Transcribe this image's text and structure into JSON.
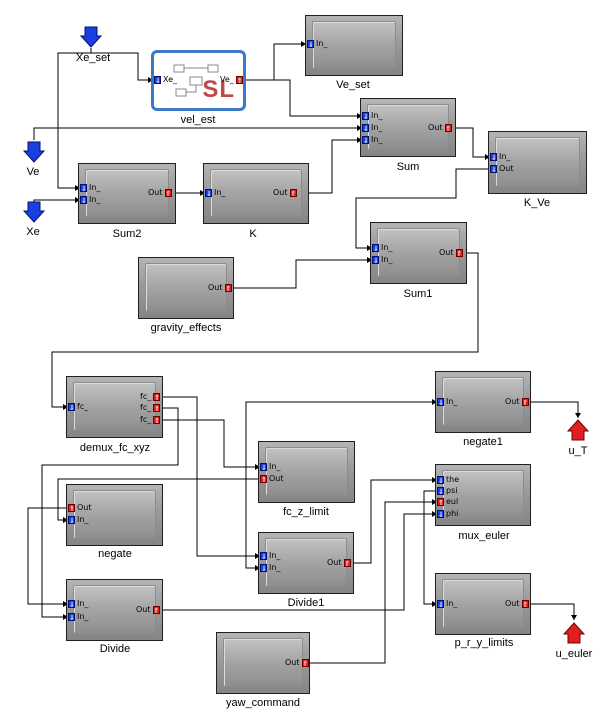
{
  "diagram": {
    "inputs": [
      {
        "id": "xe_set",
        "label": "Xe_set"
      },
      {
        "id": "ve",
        "label": "Ve"
      },
      {
        "id": "xe",
        "label": "Xe"
      }
    ],
    "outputs": [
      {
        "id": "u_t",
        "label": "u_T"
      },
      {
        "id": "u_euler",
        "label": "u_euler"
      }
    ],
    "blocks": {
      "vel_est": {
        "label": "vel_est",
        "in": [
          "Xe_"
        ],
        "out": [
          "Ve_"
        ],
        "logo": "SL"
      },
      "ve_set": {
        "label": "Ve_set",
        "in": [
          "In_"
        ]
      },
      "sum": {
        "label": "Sum",
        "in": [
          "In_",
          "In_",
          "In_"
        ],
        "out": [
          "Out"
        ]
      },
      "k_ve": {
        "label": "K_Ve",
        "in": [
          "In_",
          "Out"
        ]
      },
      "sum2": {
        "label": "Sum2",
        "in": [
          "In_",
          "In_"
        ],
        "out": [
          "Out"
        ]
      },
      "k": {
        "label": "K",
        "in": [
          "In_"
        ],
        "out": [
          "Out"
        ]
      },
      "sum1": {
        "label": "Sum1",
        "in": [
          "In_",
          "In_"
        ],
        "out": [
          "Out"
        ]
      },
      "gravity_effects": {
        "label": "gravity_effects",
        "out": [
          "Out"
        ]
      },
      "demux_fc_xyz": {
        "label": "demux_fc_xyz",
        "in": [
          "fc_"
        ],
        "out": [
          "fc_",
          "fc_",
          "fc_"
        ]
      },
      "negate1": {
        "label": "negate1",
        "in": [
          "In_"
        ],
        "out": [
          "Out"
        ]
      },
      "fc_z_limit": {
        "label": "fc_z_limit",
        "in": [
          "In_",
          "Out"
        ]
      },
      "negate": {
        "label": "negate",
        "in": [
          "Out",
          "In_"
        ]
      },
      "mux_euler": {
        "label": "mux_euler",
        "in": [
          "the",
          "psi",
          "eul",
          "phi"
        ]
      },
      "divide1": {
        "label": "Divide1",
        "in": [
          "In_",
          "In_"
        ],
        "out": [
          "Out"
        ]
      },
      "divide": {
        "label": "Divide",
        "in": [
          "In_",
          "In_"
        ],
        "out": [
          "Out"
        ]
      },
      "p_r_y_limits": {
        "label": "p_r_y_limits",
        "in": [
          "In_"
        ],
        "out": [
          "Out"
        ]
      },
      "yaw_command": {
        "label": "yaw_command",
        "out": [
          "Out"
        ]
      }
    },
    "colors": {
      "input_port": "#1a3fe0",
      "output_port": "#e02020",
      "wire": "#000000",
      "sl_border": "#3a78c8"
    }
  }
}
